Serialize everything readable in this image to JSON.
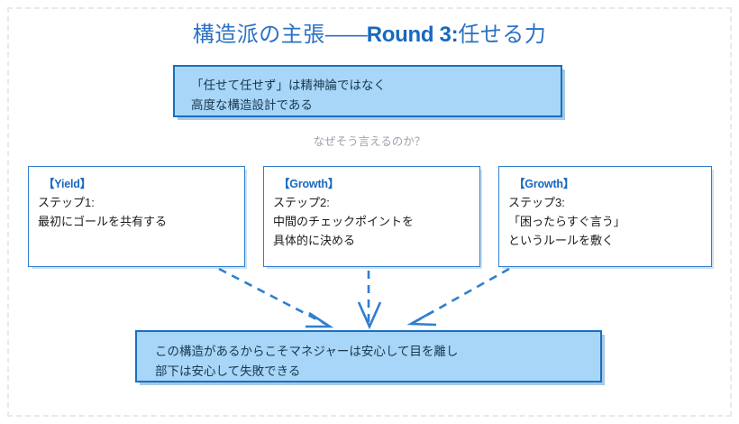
{
  "title": {
    "main": "構造派の主張",
    "dash": "——",
    "round": "Round 3:",
    "tail": "任せる力",
    "color": "#2a72c4"
  },
  "thesis": {
    "text": "「任せて任せず」は精神論ではなく\n高度な構造設計である",
    "fill_color": "#a8d6f8",
    "border_color": "#1a6fbf"
  },
  "question": {
    "text": "なぜそう言えるのか？",
    "color": "#9aa3ad"
  },
  "steps": [
    {
      "tag": "【Yield】",
      "body": "ステップ1:\n最初にゴールを共有する"
    },
    {
      "tag": "【Growth】",
      "body": "ステップ2:\n中間のチェックポイントを\n具体的に決める"
    },
    {
      "tag": "【Growth】",
      "body": "ステップ3:\n「困ったらすぐ言う」\nというルールを敷く"
    }
  ],
  "conclusion": {
    "text": "この構造があるからこそマネジャーは安心して目を離し\n部下は安心して失敗できる",
    "fill_color": "#a8d6f8",
    "border_color": "#1a6fbf"
  },
  "connectors": {
    "color": "#2f7fcf",
    "style": "dashed",
    "count": 3
  }
}
